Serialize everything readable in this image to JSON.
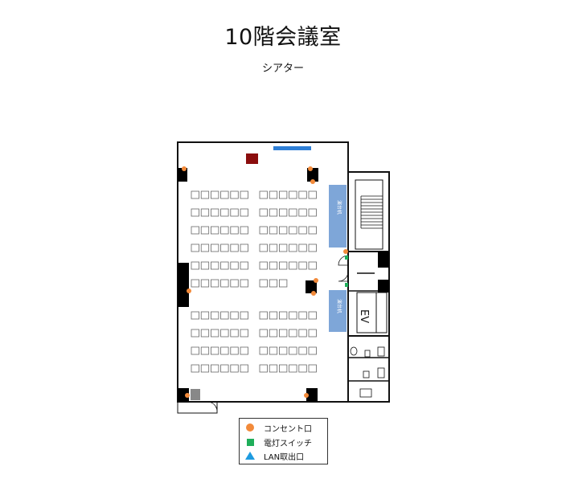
{
  "title": "10階会議室",
  "subtitle": "シアター",
  "labels": {
    "ev": "EV",
    "table_upper": "演台机",
    "table_lower": "演台机"
  },
  "legend": {
    "items": [
      {
        "label": "コンセント口",
        "icon": "outlet-dot",
        "color": "#f28a3a"
      },
      {
        "label": "電灯スイッチ",
        "icon": "switch-square",
        "color": "#1fae5a"
      },
      {
        "label": "LAN取出口",
        "icon": "lan-triangle",
        "color": "#1e9be0"
      }
    ]
  },
  "colors": {
    "outlet": "#f28a3a",
    "switch": "#1fae5a",
    "lan": "#1e9be0",
    "screen": "#2f7fd6",
    "podium": "#8b0d0d",
    "side_table": "#7ea6d8",
    "pillar": "#000000"
  },
  "seating": {
    "left_block_columns": 6,
    "right_block_columns": 6,
    "front_rows": 6,
    "back_rows": 4,
    "last_front_row_right_columns": 3
  }
}
